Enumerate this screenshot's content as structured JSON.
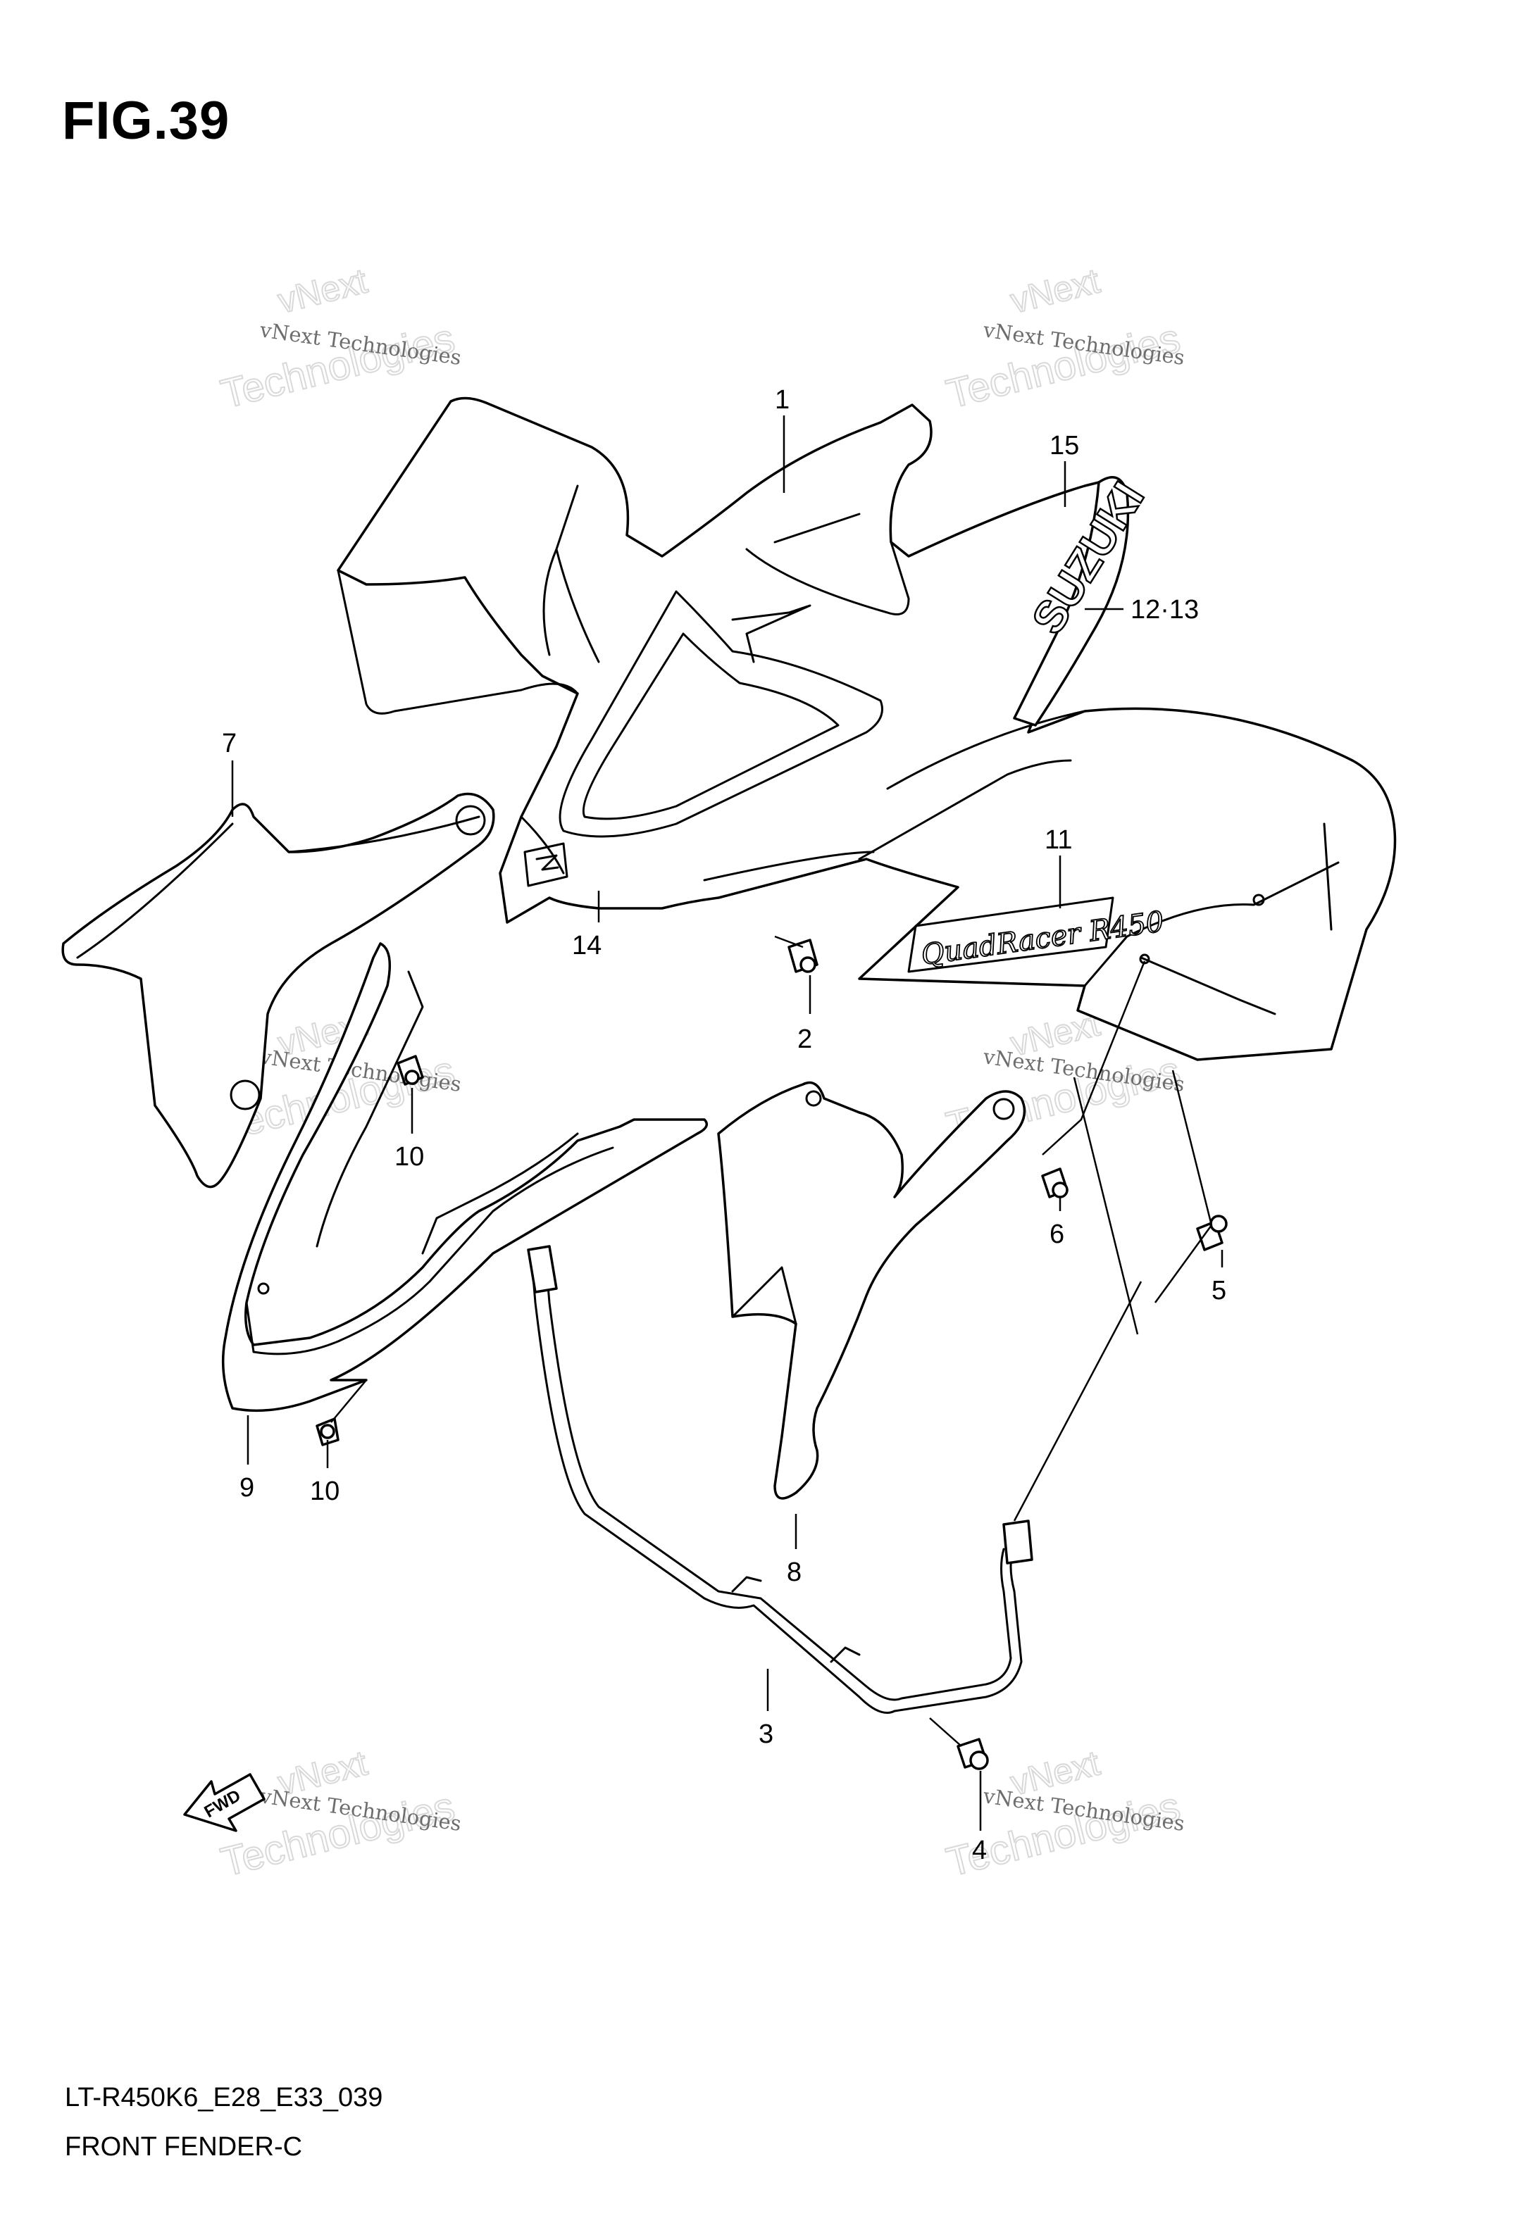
{
  "figure": {
    "title": "FIG.39",
    "model_code": "LT-R450K6_E28_E33_039",
    "part_name": "FRONT FENDER-C"
  },
  "brand_marks": {
    "side_logo": "SUZUKI",
    "decal": "QuadRacer R450",
    "arrow": "FWD"
  },
  "watermark": {
    "line1": "vNext Technologies",
    "line2": "vNext",
    "line3": "Technologies"
  },
  "callouts": [
    {
      "id": "c1",
      "label": "1"
    },
    {
      "id": "c15",
      "label": "15"
    },
    {
      "id": "c1213",
      "label": "12·13"
    },
    {
      "id": "c7",
      "label": "7"
    },
    {
      "id": "c11",
      "label": "11"
    },
    {
      "id": "c14",
      "label": "14"
    },
    {
      "id": "c2",
      "label": "2"
    },
    {
      "id": "c10a",
      "label": "10"
    },
    {
      "id": "c6",
      "label": "6"
    },
    {
      "id": "c5",
      "label": "5"
    },
    {
      "id": "c9",
      "label": "9"
    },
    {
      "id": "c10b",
      "label": "10"
    },
    {
      "id": "c8",
      "label": "8"
    },
    {
      "id": "c3",
      "label": "3"
    },
    {
      "id": "c4",
      "label": "4"
    }
  ]
}
